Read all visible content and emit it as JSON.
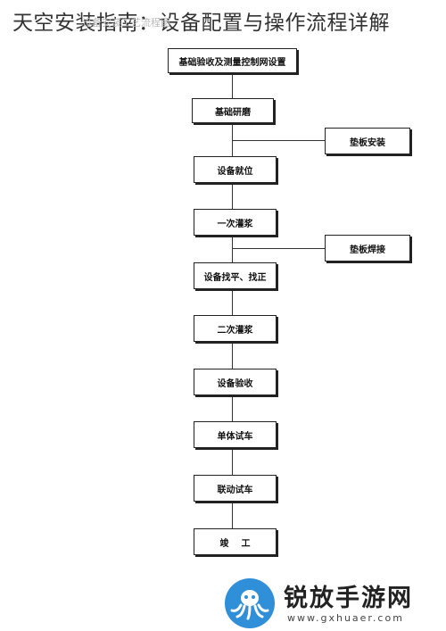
{
  "page": {
    "title": "天空安装指南：设备配置与操作流程详解",
    "ghost_title": "设备安装工艺流程图"
  },
  "flowchart": {
    "steps": [
      {
        "id": "step-1",
        "label": "基础验收及测量控制网设置"
      },
      {
        "id": "step-2",
        "label": "基础研磨"
      },
      {
        "id": "step-3",
        "label": "设备就位"
      },
      {
        "id": "step-4",
        "label": "一次灌浆"
      },
      {
        "id": "step-5",
        "label": "设备找平、找正"
      },
      {
        "id": "step-6",
        "label": "二次灌浆"
      },
      {
        "id": "step-7",
        "label": "设备验收"
      },
      {
        "id": "step-8",
        "label": "单体试车"
      },
      {
        "id": "step-9",
        "label": "联动试车"
      },
      {
        "id": "step-10",
        "label": "竣    工"
      }
    ],
    "side_steps": [
      {
        "id": "side-1",
        "label": "垫板安装",
        "joins_after": "step-2"
      },
      {
        "id": "side-2",
        "label": "垫板焊接",
        "joins_after": "step-4"
      }
    ]
  },
  "watermark": {
    "logo_icon": "octopus-logo-icon",
    "brand_name": "锐放手游网",
    "brand_url": "www.gxhuaer.com"
  }
}
